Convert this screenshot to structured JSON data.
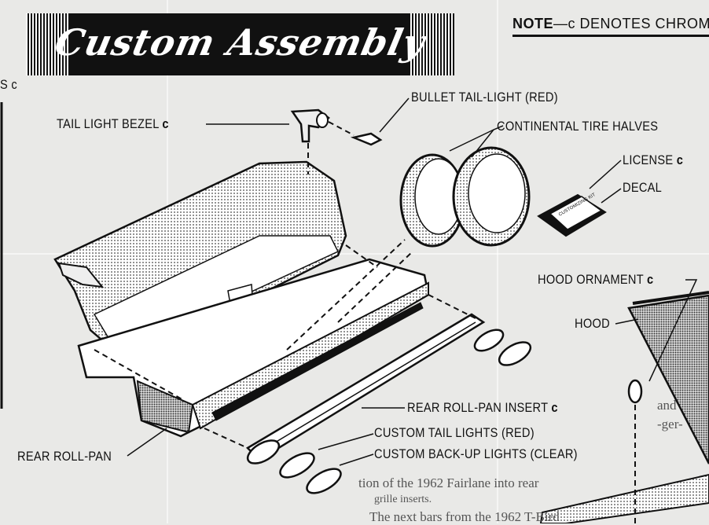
{
  "banner": {
    "title": "Custom Assembly"
  },
  "note": {
    "prefix": "NOTE",
    "text": "—c DENOTES CHROME"
  },
  "labels": {
    "edge_left": "S c",
    "bullet_tail_light": "BULLET TAIL-LIGHT (RED)",
    "tail_light_bezel": "TAIL LIGHT BEZEL",
    "tail_light_bezel_mark": "c",
    "continental_tire_halves": "CONTINENTAL TIRE HALVES",
    "license": "LICENSE",
    "license_mark": "c",
    "decal": "DECAL",
    "hood_ornament": "HOOD ORNAMENT",
    "hood_ornament_mark": "c",
    "hood": "HOOD",
    "rear_roll_pan_insert": "REAR ROLL-PAN INSERT",
    "rear_roll_pan_insert_mark": "c",
    "custom_tail_lights": "CUSTOM TAIL LIGHTS (RED)",
    "custom_backup_lights": "CUSTOM BACK-UP LIGHTS (CLEAR)",
    "rear_roll_pan": "REAR ROLL-PAN"
  },
  "license_plate_text": "CUSTOMIZING KIT",
  "body_text": {
    "line1": "tion of the 1962 Fairlane into rear",
    "line2": "grille inserts.",
    "line3": "The next bars from the 1962 T-Bird",
    "right1": "and",
    "right2": "-ger-"
  }
}
